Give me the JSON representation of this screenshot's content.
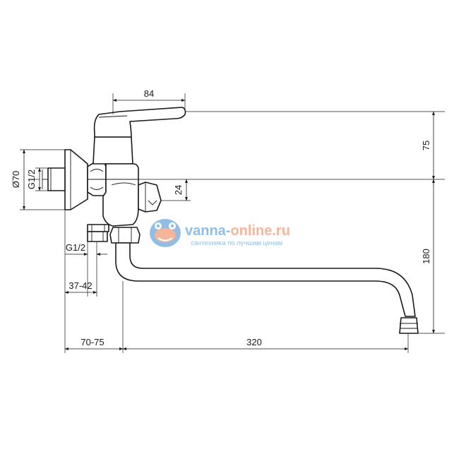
{
  "dimensions": {
    "handle_width": "84",
    "height_top": "75",
    "height_main": "180",
    "diverter_offset": "24",
    "flange_diameter": "Ø70",
    "inlet_thread": "G1/2",
    "outlet_thread": "G1/2",
    "outlet_offset": "37-42",
    "wall_offset": "70-75",
    "spout_reach": "320"
  },
  "watermark": {
    "site": "vanna-online.ru",
    "site_prefix": "vanna-",
    "site_suffix": "online.ru",
    "tagline": "сантехника по лучшим ценам",
    "colors": {
      "primary": "#7fb3e0",
      "accent": "#f4a98a"
    }
  }
}
